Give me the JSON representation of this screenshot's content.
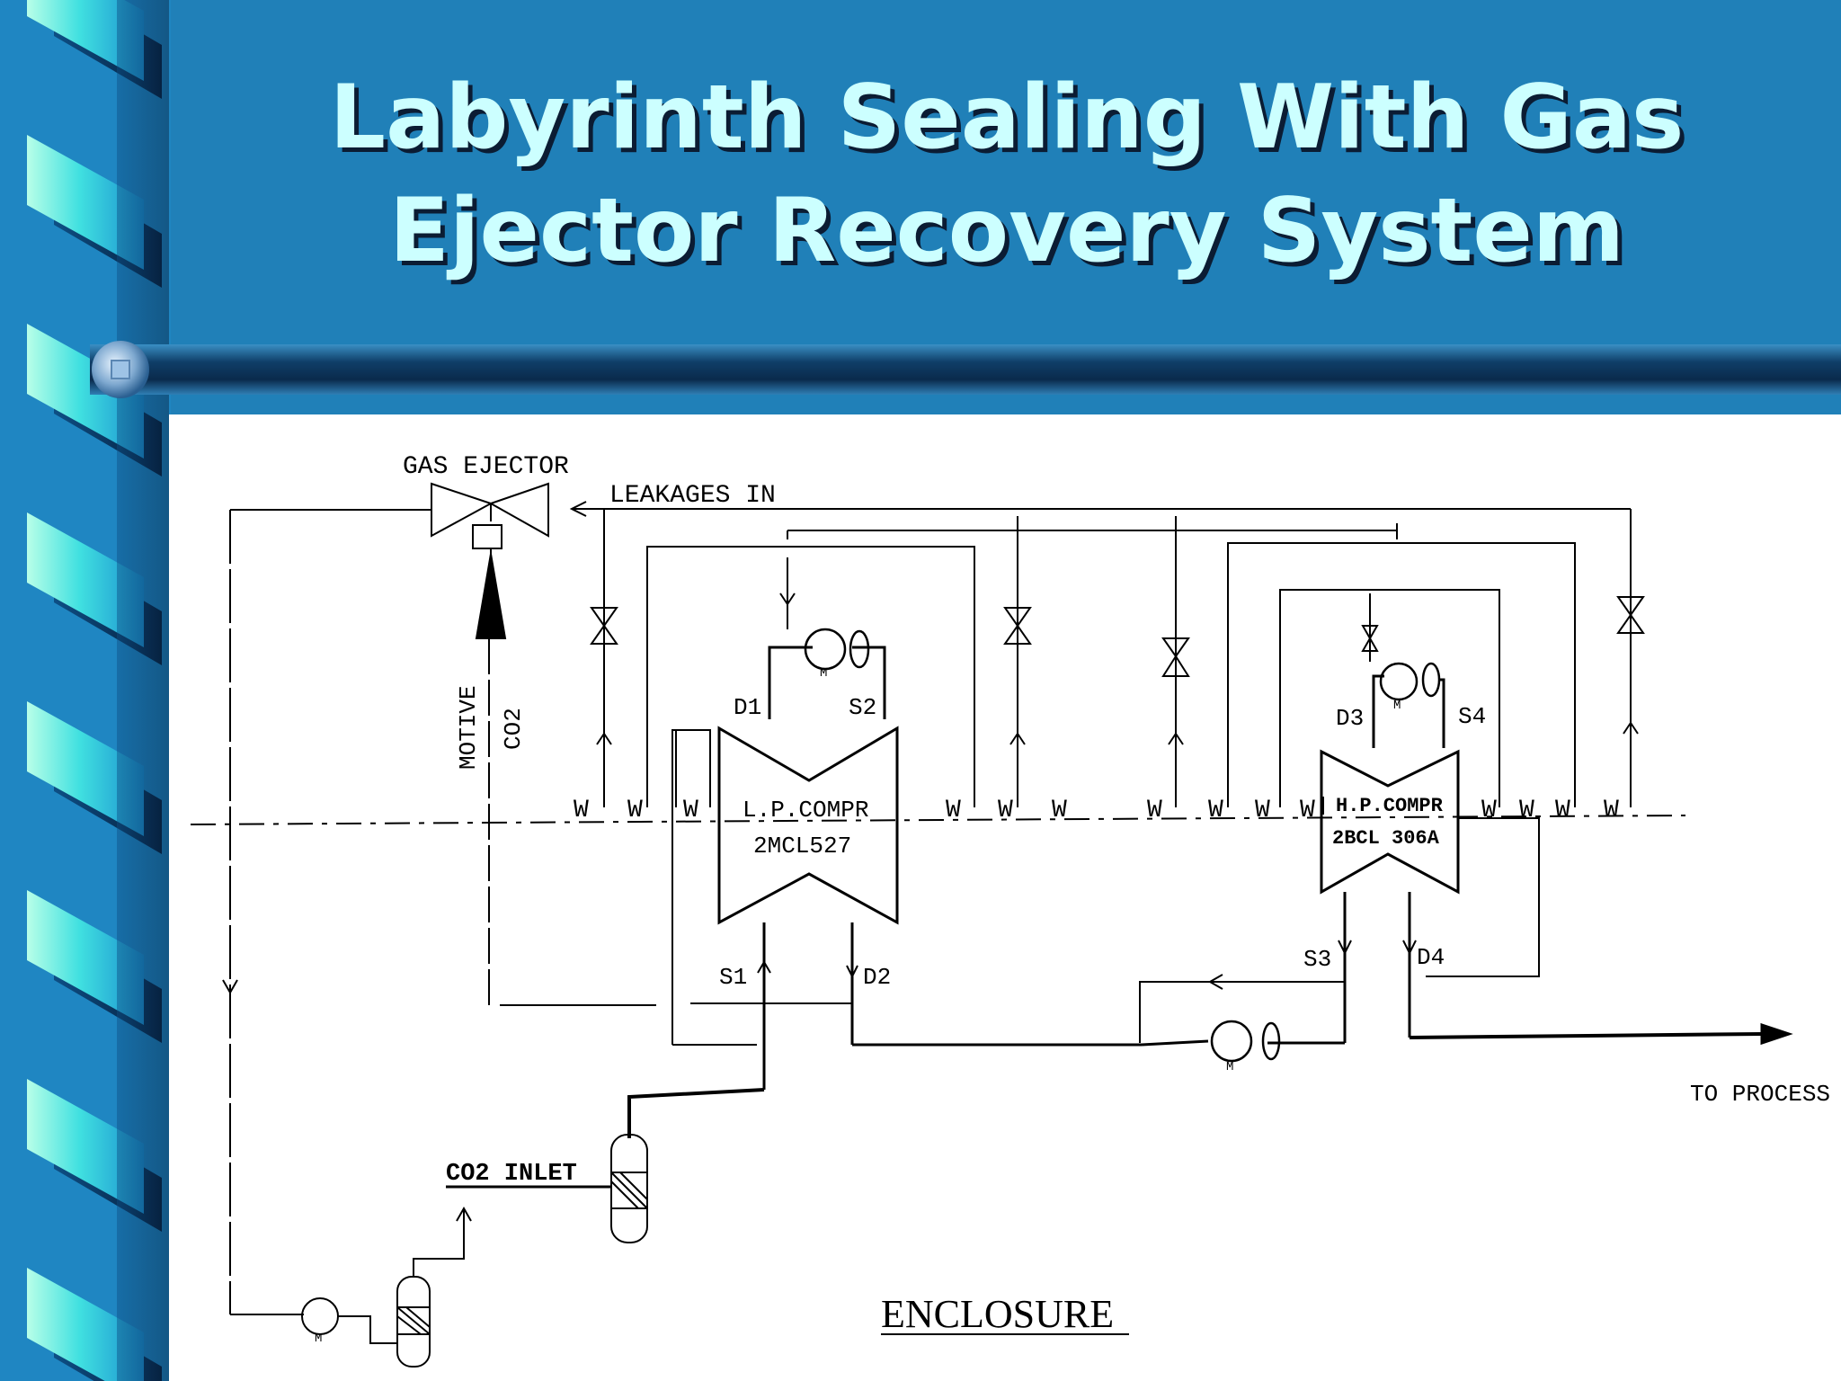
{
  "slide": {
    "title_line1": "Labyrinth Sealing With Gas",
    "title_line2": "Ejector Recovery System",
    "background_color": "#2080b8",
    "title_color": "#ccffff",
    "accent_colors": [
      "#5ef2e8",
      "#1e9dd6",
      "#0b3b63"
    ]
  },
  "diagram": {
    "labels": {
      "gas_ejector": "GAS EJECTOR",
      "leakages_in": "LEAKAGES IN",
      "motive": "MOTIVE",
      "co2": "CO2",
      "d1": "D1",
      "s2": "S2",
      "d3": "D3",
      "s4": "S4",
      "lp_compr_line1": "L.P.COMPR",
      "lp_compr_line2": "2MCL527",
      "hp_compr_line1": "H.P.COMPR",
      "hp_compr_line2": "2BCL 306A",
      "s1": "S1",
      "d2": "D2",
      "s3": "S3",
      "d4": "D4",
      "to_process": "TO PROCESS",
      "co2_inlet": "CO2 INLET",
      "enclosure": "ENCLOSURE",
      "motor_symbol": "M",
      "labyrinth_symbol": "W"
    }
  }
}
